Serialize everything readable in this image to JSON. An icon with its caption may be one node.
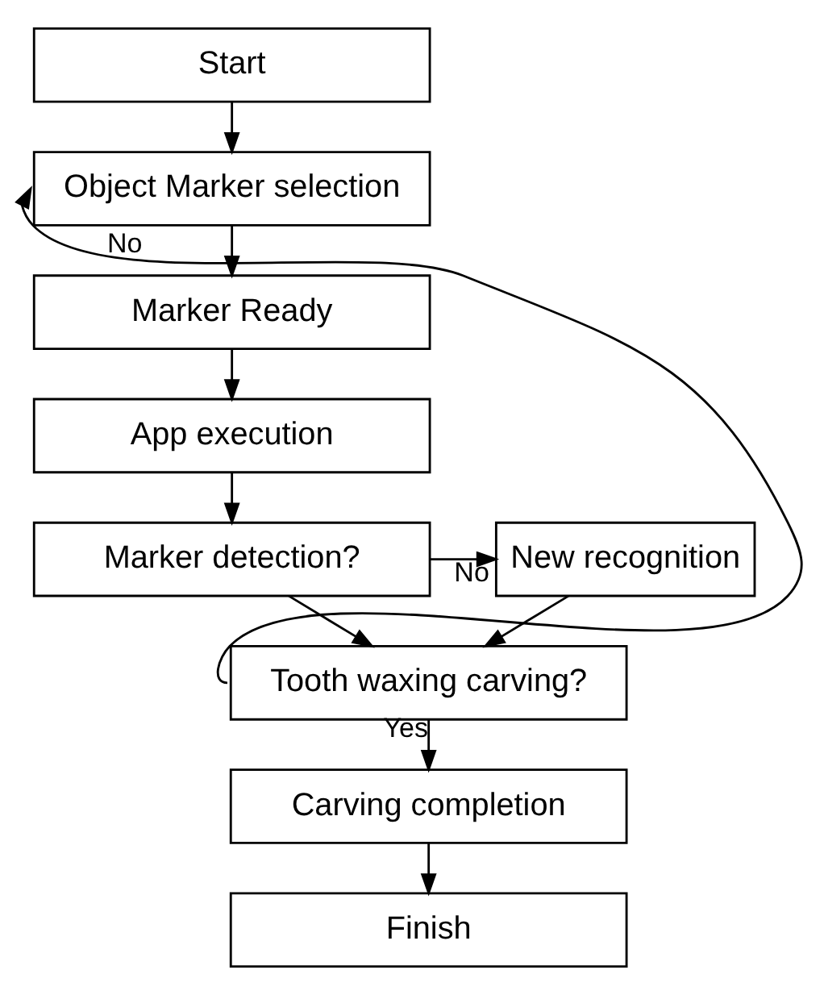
{
  "diagram": {
    "nodes": [
      {
        "text": [
          "Start"
        ]
      },
      {
        "text": [
          "Object Marker selection"
        ]
      },
      {
        "text": [
          "Marker Ready"
        ]
      },
      {
        "text": [
          "App execution"
        ]
      },
      {
        "text": [
          "Marker detection?"
        ]
      },
      {
        "text": [
          "New recognition"
        ]
      },
      {
        "text": [
          "Tooth waxing carving?"
        ]
      },
      {
        "text": [
          "Carving completion"
        ]
      },
      {
        "text": [
          "Finish"
        ]
      }
    ],
    "edges": [
      {
        "from": 0,
        "to": 1,
        "arrow": "to"
      },
      {
        "from": 1,
        "to": 2,
        "arrow": "to"
      },
      {
        "from": 2,
        "to": 3,
        "arrow": "to"
      },
      {
        "from": 3,
        "to": 4,
        "arrow": "to"
      },
      {
        "from": 4,
        "to": 5,
        "arrow": "to",
        "label": "No"
      },
      {
        "from": 4,
        "to": 6,
        "arrow": "to"
      },
      {
        "from": 5,
        "to": 6,
        "arrow": "to"
      },
      {
        "from": 6,
        "to": 1,
        "arrow": "to",
        "label": "No"
      },
      {
        "from": 6,
        "to": 7,
        "arrow": "to",
        "label": "Yes"
      },
      {
        "from": 7,
        "to": 8,
        "arrow": "to"
      }
    ]
  }
}
